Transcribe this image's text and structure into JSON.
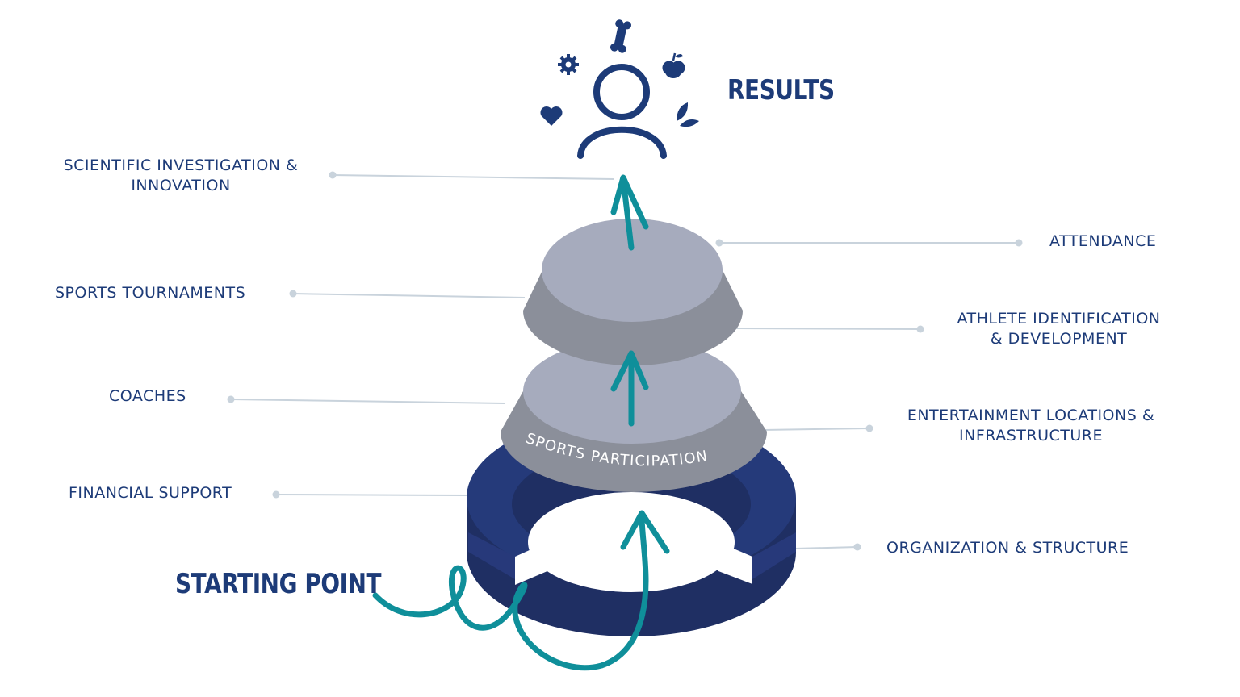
{
  "heading": {
    "results": "RESULTS",
    "starting_point": "STARTING POINT"
  },
  "band_label": "SPORTS PARTICIPATION",
  "left_labels": {
    "scientific_line1": "SCIENTIFIC INVESTIGATION &",
    "scientific_line2": "INNOVATION",
    "tournaments": "SPORTS TOURNAMENTS",
    "coaches": "COACHES",
    "financial": "FINANCIAL SUPPORT"
  },
  "right_labels": {
    "attendance": "ATTENDANCE",
    "athlete_line1": "ATHLETE IDENTIFICATION",
    "athlete_line2": "& DEVELOPMENT",
    "entertainment_line1": "ENTERTAINMENT LOCATIONS &",
    "entertainment_line2": "INFRASTRUCTURE",
    "organization": "ORGANIZATION & STRUCTURE"
  },
  "icons": [
    "person-icon",
    "gear-icon",
    "bone-icon",
    "apple-icon",
    "heart-icon",
    "leaf-icon"
  ],
  "colors": {
    "navy": "#1d3b78",
    "ring": "#253a7a",
    "ring_dark": "#1f2f63",
    "teal": "#0f8f9a",
    "disc_top": "#a6abbd",
    "disc_side": "#8b8f9a",
    "connector": "#c9d3dc"
  }
}
